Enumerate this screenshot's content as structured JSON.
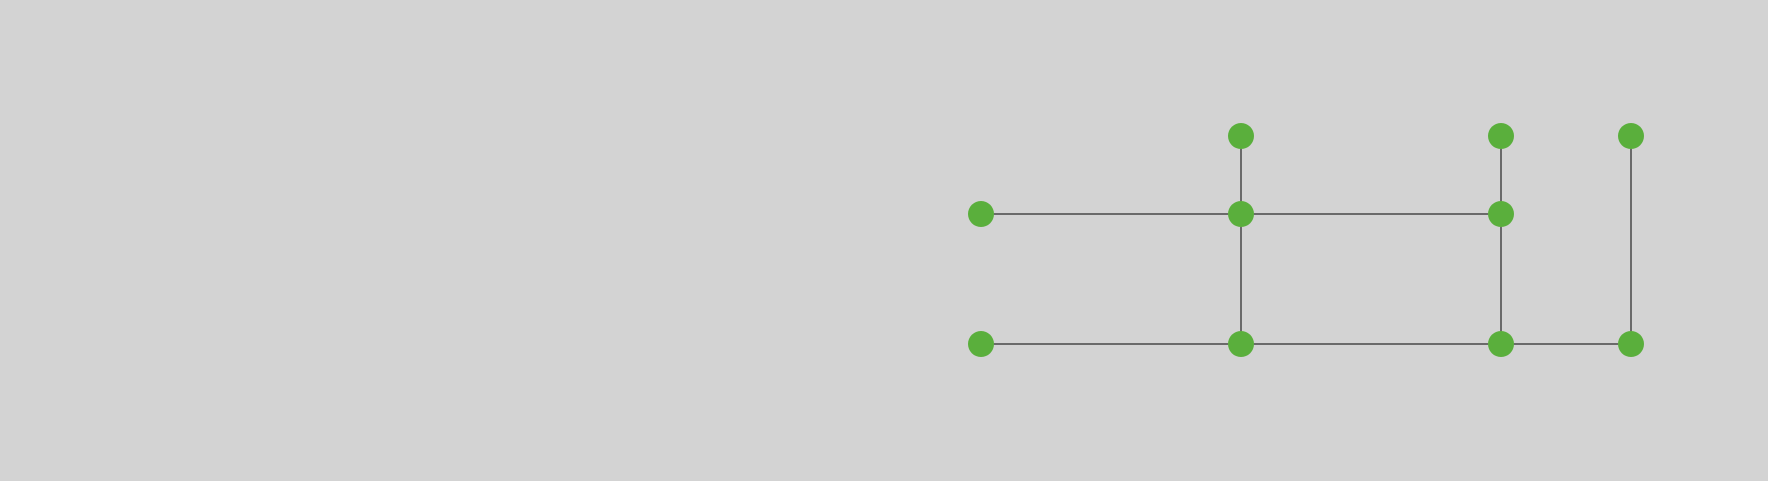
{
  "colors": {
    "background": "#d3d3d3",
    "node": "#5aaf3c",
    "edge": "#000000"
  },
  "graph": {
    "nodes": [
      {
        "id": "n1"
      },
      {
        "id": "n2"
      },
      {
        "id": "n3"
      },
      {
        "id": "n4"
      },
      {
        "id": "n5"
      },
      {
        "id": "n6"
      },
      {
        "id": "n7"
      },
      {
        "id": "n8"
      },
      {
        "id": "n9"
      },
      {
        "id": "n10"
      },
      {
        "id": "n11"
      }
    ],
    "edges": [
      [
        "n1",
        "n5"
      ],
      [
        "n2",
        "n5"
      ],
      [
        "n5",
        "n8"
      ],
      [
        "n5",
        "n6"
      ],
      [
        "n2",
        "n6"
      ],
      [
        "n6",
        "n9"
      ],
      [
        "n3",
        "n11"
      ],
      [
        "n7",
        "n8"
      ],
      [
        "n8",
        "n9"
      ],
      [
        "n9",
        "n11"
      ]
    ]
  }
}
